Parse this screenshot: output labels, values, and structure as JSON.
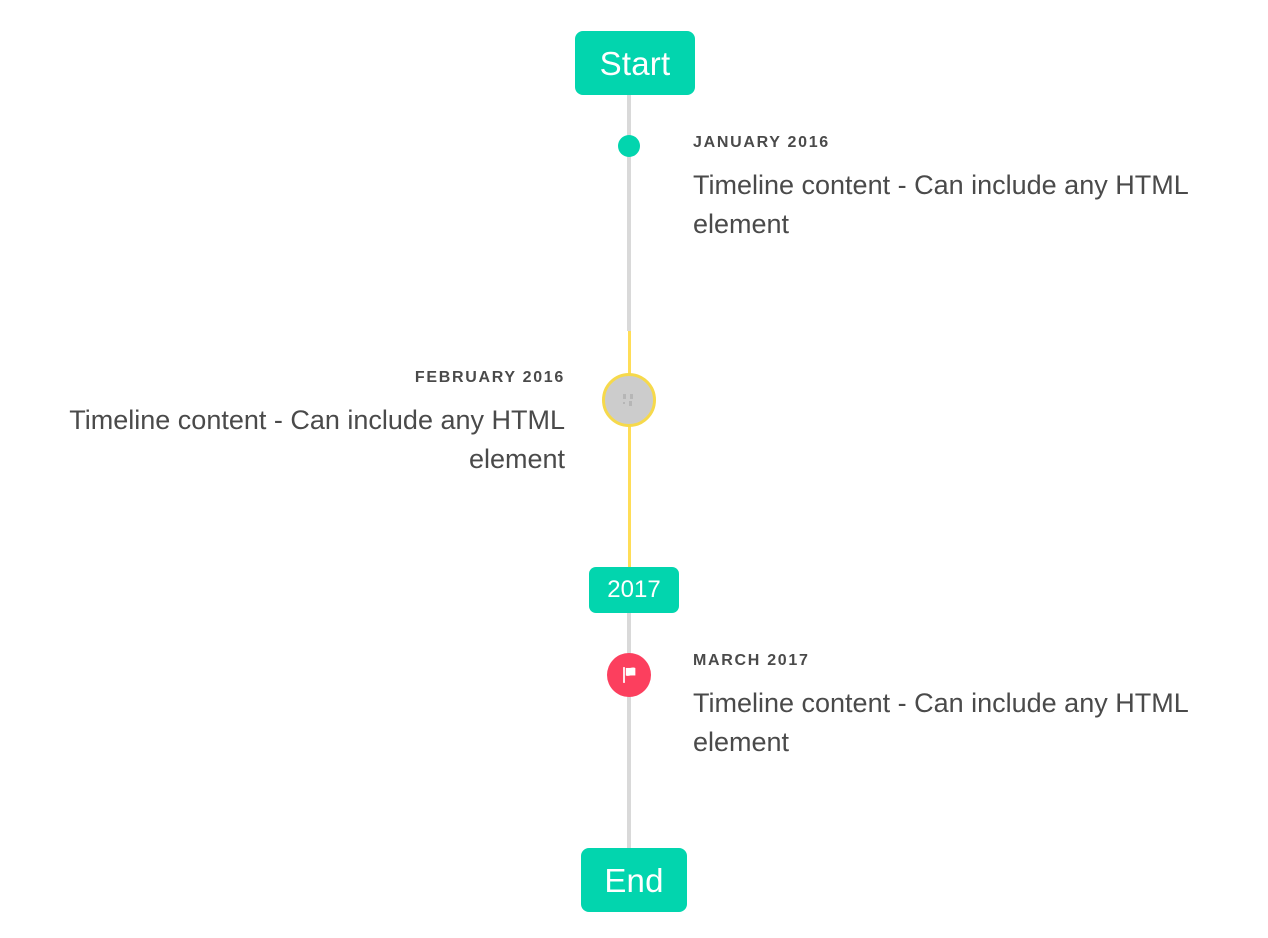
{
  "theme": {
    "background": "#ffffff",
    "accent_teal": "#02d5ae",
    "line_gray": "#d9d9d9",
    "line_yellow": "#ffdd57",
    "marker_ring_yellow": "#f6d94b",
    "marker_gray_fill": "#cccccc",
    "marker_pink": "#fc3f5e",
    "text_color": "#4a4a4a",
    "badge_text_color": "#ffffff"
  },
  "timeline": {
    "start_label": "Start",
    "end_label": "End",
    "divider_label": "2017",
    "entries": [
      {
        "date": "JANUARY 2016",
        "body": "Timeline content - Can include any HTML element",
        "side": "right",
        "marker_icon": "teal-dot-icon"
      },
      {
        "date": "FEBRUARY 2016",
        "body": "Timeline content - Can include any HTML element",
        "side": "left",
        "marker_icon": "broken-image-icon"
      },
      {
        "date": "MARCH 2017",
        "body": "Timeline content - Can include any HTML element",
        "side": "right",
        "marker_icon": "flag-icon"
      }
    ]
  }
}
